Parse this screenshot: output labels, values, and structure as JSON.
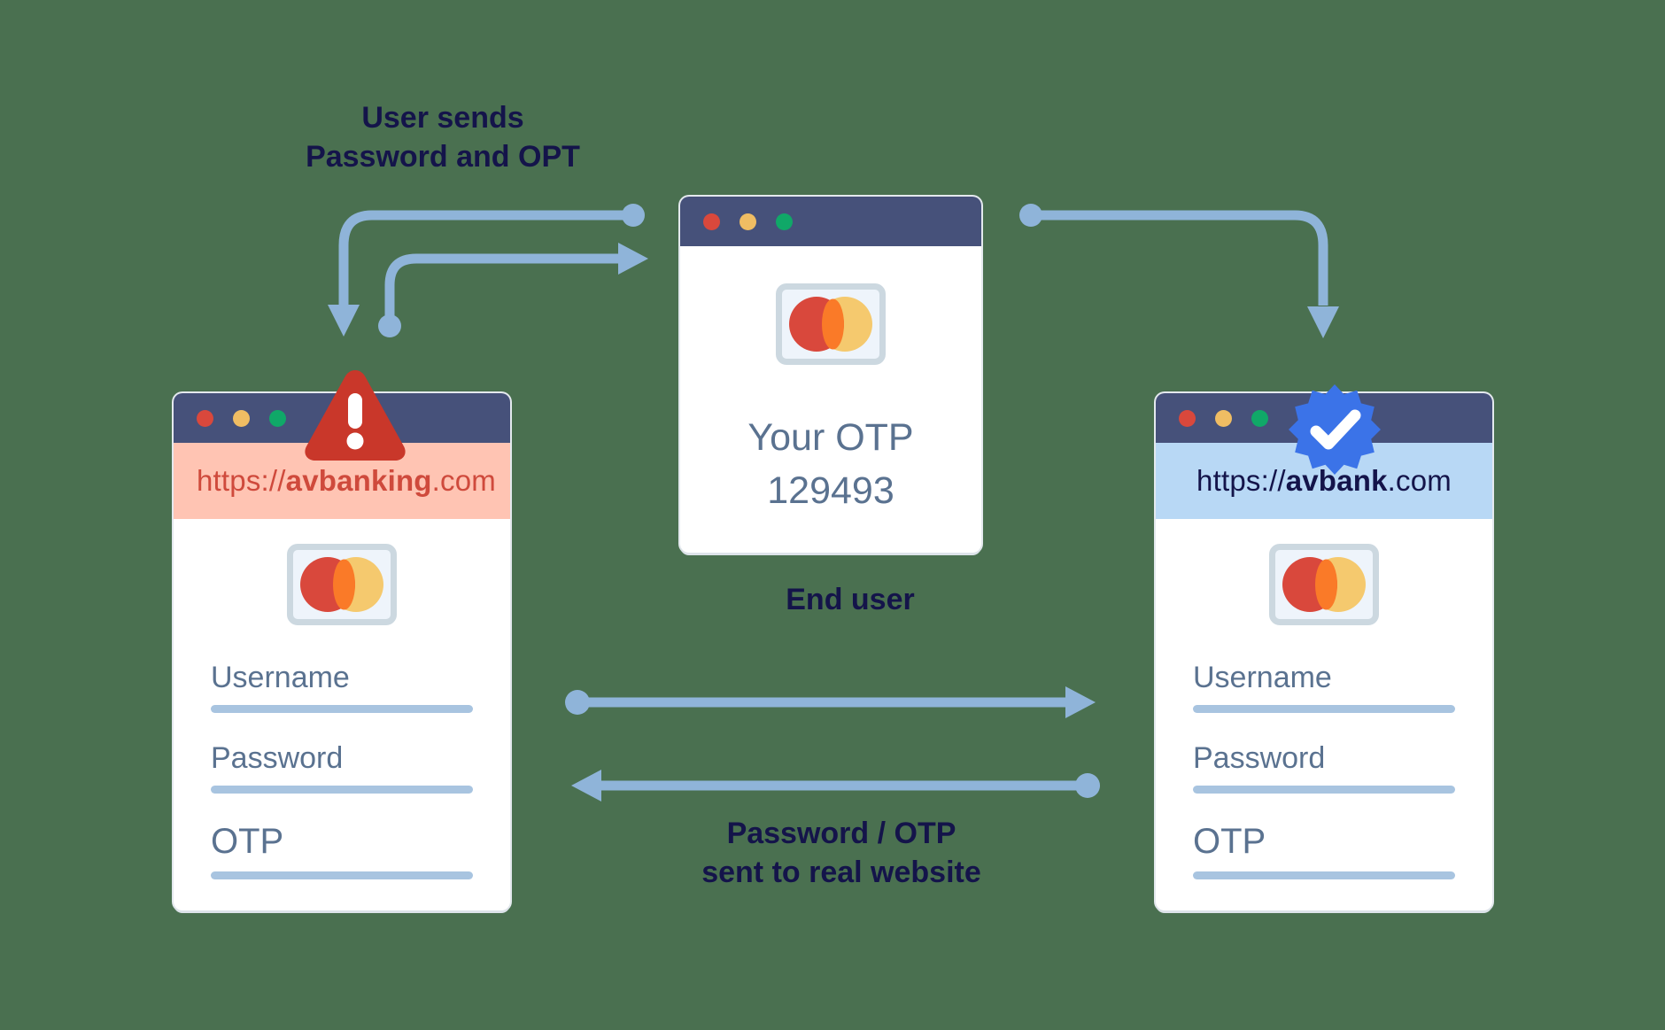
{
  "background_color": "#4a7050",
  "palette": {
    "navy_text": "#14144a",
    "titlebar": "#46517a",
    "arrow_blue": "#8fb4d9",
    "field_label": "#5a7290",
    "field_line": "#a8c4e0",
    "fake_url_bg": "#ffc4b3",
    "fake_url_text": "#cf4a3c",
    "real_url_bg": "#b8d8f5",
    "real_url_text": "#14144a",
    "warning_red": "#c9372a",
    "verified_blue": "#3b73e8",
    "dot_red": "#d9483c",
    "dot_yellow": "#f0bd63",
    "dot_green": "#10a868"
  },
  "captions": {
    "top_left": "User sends\nPassword and OPT",
    "end_user": "End user",
    "bottom_center": "Password / OTP\nsent to real website"
  },
  "phishing_window": {
    "name": "phishing-site-window",
    "url_prefix": "https://",
    "url_domain": "avbanking",
    "url_suffix": ".com",
    "badge": "warning-triangle-icon",
    "traffic_lights": [
      "close-dot",
      "minimize-dot",
      "maximize-dot"
    ],
    "card_icon": "payment-card-icon",
    "fields": [
      {
        "label": "Username",
        "name": "username-field"
      },
      {
        "label": "Password",
        "name": "password-field"
      },
      {
        "label": "OTP",
        "name": "otp-field"
      }
    ]
  },
  "user_window": {
    "name": "end-user-window",
    "traffic_lights": [
      "close-dot",
      "minimize-dot",
      "maximize-dot"
    ],
    "card_icon": "payment-card-icon",
    "otp_label": "Your OTP",
    "otp_code": "129493"
  },
  "real_window": {
    "name": "real-bank-window",
    "url_prefix": "https://",
    "url_domain": "avbank",
    "url_suffix": ".com",
    "badge": "verified-check-icon",
    "traffic_lights": [
      "close-dot",
      "minimize-dot",
      "maximize-dot"
    ],
    "card_icon": "payment-card-icon",
    "fields": [
      {
        "label": "Username",
        "name": "username-field"
      },
      {
        "label": "Password",
        "name": "password-field"
      },
      {
        "label": "OTP",
        "name": "otp-field"
      }
    ]
  },
  "connectors": [
    {
      "name": "arrow-user-to-phishing",
      "from": "end-user-window",
      "to": "phishing-site-window",
      "style": "dot-to-arrow"
    },
    {
      "name": "arrow-phishing-to-user",
      "from": "phishing-site-window",
      "to": "end-user-window",
      "style": "dot-to-arrow"
    },
    {
      "name": "arrow-user-to-real",
      "from": "end-user-window",
      "to": "real-bank-window",
      "style": "dot-to-arrow"
    },
    {
      "name": "arrow-phishing-to-real",
      "from": "phishing-site-window",
      "to": "real-bank-window",
      "style": "dot-to-arrow"
    },
    {
      "name": "arrow-real-to-phishing",
      "from": "real-bank-window",
      "to": "phishing-site-window",
      "style": "arrow-to-dot"
    }
  ]
}
